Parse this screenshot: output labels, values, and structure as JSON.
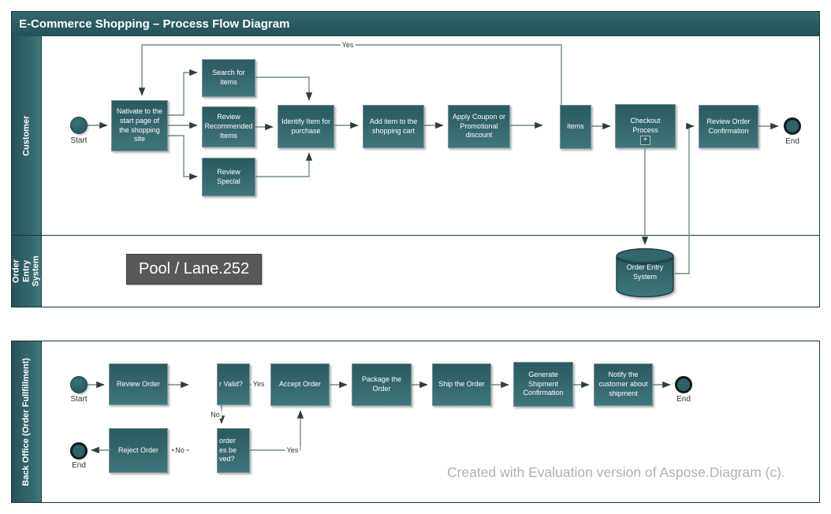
{
  "title": "E-Commerce Shopping – Process Flow Diagram",
  "watermark": "Created with Evaluation version of Aspose.Diagram (c).",
  "overlay_tag": "Pool / Lane.252",
  "lanes": {
    "customer": "Customer",
    "order_entry": "Order Entry System",
    "back_office": "Back Office (Order Fullfillment)"
  },
  "top": {
    "start": "Start",
    "end": "End",
    "navigate": "Nativate to the start page of the shopping site",
    "search_items": "Search for items",
    "review_recommended": "Review Recommended Items",
    "review_special": "Review Special",
    "identify_item": "Identify Item for purchase",
    "add_to_cart": "Add item to the shopping cart",
    "apply_coupon": "Apply Coupon or Promotional discount",
    "items_clipped": "items",
    "checkout": "Checkout Process",
    "subprocess_marker": "+",
    "review_confirmation": "Review Order Confirmation",
    "database": "Order Entry System",
    "label_yes": "Yes"
  },
  "bottom": {
    "start": "Start",
    "end_right": "End",
    "end_left": "End",
    "review_order": "Review Order",
    "valid_clipped": "r Valid?",
    "accept_order": "Accept Order",
    "package_order": "Package the Order",
    "ship_order": "Ship the Order",
    "generate_confirmation": "Generate Shipment Confirmation",
    "notify_customer": "Notify the customer about shipment",
    "reject_order": "Reject Order",
    "resolve_clipped": "order\nes be\nved?",
    "label_yes_valid": "Yes",
    "label_no_valid": "No",
    "label_yes_resolve": "Yes",
    "label_no_reject": "No"
  },
  "colors": {
    "shape_fill_top": "#2b5a61",
    "shape_fill_bottom": "#3f757c",
    "pool_border": "#17393d",
    "connector": "#6f8b8d",
    "watermark_text": "#b1b1b1",
    "tag_background": "#58585b"
  }
}
